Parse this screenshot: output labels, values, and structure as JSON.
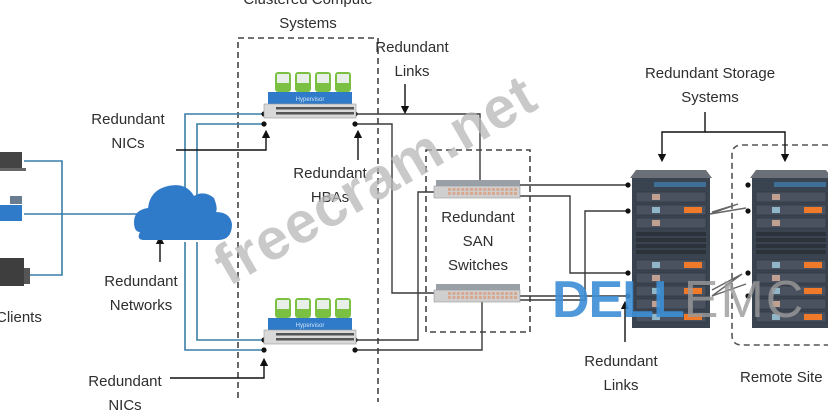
{
  "diagram": {
    "title_partial": "Clustered Compute",
    "title_line2": "Systems",
    "labels": {
      "redundant_links_top": [
        "Redundant",
        "Links"
      ],
      "redundant_storage_systems": [
        "Redundant Storage",
        "Systems"
      ],
      "redundant_nics_top": [
        "Redundant",
        "NICs"
      ],
      "redundant_hbas": [
        "Redundant",
        "HBAs"
      ],
      "redundant_san_switches": [
        "Redundant",
        "SAN",
        "Switches"
      ],
      "redundant_networks": [
        "Redundant",
        "Networks"
      ],
      "clients": "Clients",
      "redundant_nics_bottom": [
        "Redundant",
        "NICs"
      ],
      "redundant_links_bottom": [
        "Redundant",
        "Links"
      ],
      "remote_site": "Remote Site"
    },
    "server_block_label": "Hypervisor",
    "vm_count": 4,
    "watermark": "freecram.net",
    "logo": {
      "dell": "DELL",
      "emc": "EMC"
    },
    "colors": {
      "network_line": "#3a7fa8",
      "san_line": "#3a3a3a",
      "cloud": "#2f7bc9",
      "hypervisor": "#2f7bc9",
      "vm_green": "#7cc043",
      "rack_dark": "#3a4350",
      "rack_orange": "#f07a2a",
      "dashed_border": "#444444"
    }
  }
}
